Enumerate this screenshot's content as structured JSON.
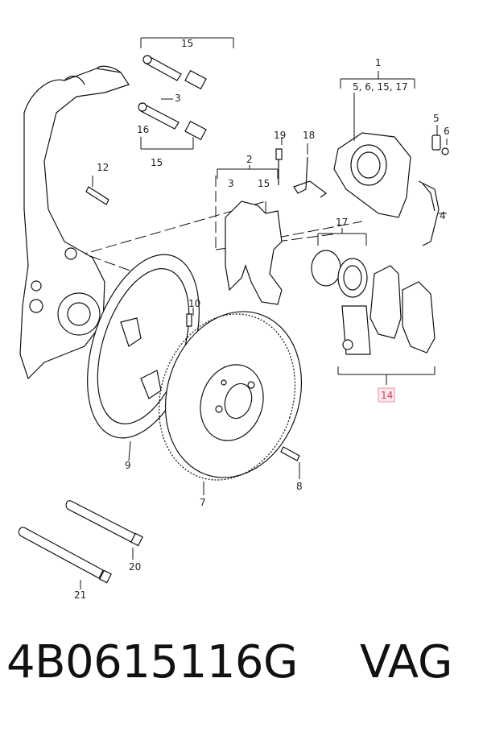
{
  "callouts": {
    "c1": "1",
    "c1_sub": "5, 6, 15, 17",
    "c2": "2",
    "c2_a": "3",
    "c2_b": "15",
    "c3": "3",
    "c4": "4",
    "c5": "5",
    "c6": "6",
    "c7": "7",
    "c8": "8",
    "c9": "9",
    "c10": "10",
    "c12": "12",
    "c14": "14",
    "c15_top": "15",
    "c15_mid": "15",
    "c16": "16",
    "c17": "17",
    "c18": "18",
    "c19": "19",
    "c20": "20",
    "c21": "21"
  },
  "footer": {
    "part_number": "4B0615116G",
    "brand": "VAG"
  },
  "highlight_color": "#e98fa0"
}
